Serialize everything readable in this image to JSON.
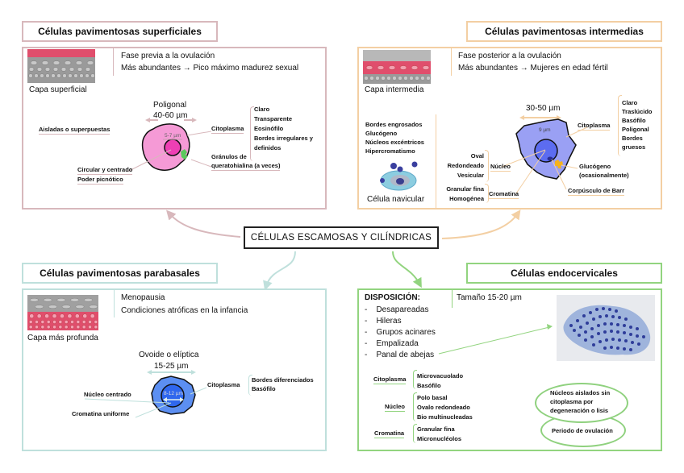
{
  "colors": {
    "superficial": "#d8b8bc",
    "intermedia": "#f3cfa3",
    "parabasal": "#bfe0dc",
    "endocervical": "#92d47f",
    "pink_cell": "#f59ad6",
    "pink_nucleus": "#ee3fb4",
    "blue_cell": "#9aa0f4",
    "blue_nucleus": "#5c6cf0",
    "parabasal_cell": "#5c8ff2",
    "parabasal_nucleus": "#2f67ee"
  },
  "center": {
    "title": "CÉLULAS ESCAMOSAS Y CILÍNDRICAS"
  },
  "superficiales": {
    "title": "Células pavimentosas superficiales",
    "image_caption": "Capa superficial",
    "info": [
      "Fase previa a la ovulación",
      "Más abundantes → Pico máximo madurez sexual"
    ],
    "shape": "Poligonal",
    "size": "40-60 µm",
    "nucleus_size": "5-7 µm",
    "arrangement": "Aisladas o superpuestas",
    "cytoplasm_label": "Citoplasma",
    "cytoplasm_features": [
      "Claro",
      "Transparente",
      "Eosinófilo",
      "Bordes irregulares y",
      "definidos"
    ],
    "granules": [
      "Gránulos de",
      "queratohialina (a veces)"
    ],
    "nucleus_features": [
      "Circular y centrado",
      "Poder picnótico"
    ]
  },
  "intermedias": {
    "title": "Células pavimentosas intermedias",
    "image_caption": "Capa intermedia",
    "info": [
      "Fase posterior a la ovulación",
      "Más abundantes → Mujeres en edad fértil"
    ],
    "size": "30-50 µm",
    "nucleus_size": "9 µm",
    "navicular_features": [
      "Bordes engrosados",
      "Glucógeno",
      "Núcleos excéntricos",
      "Hipercromatismo"
    ],
    "navicular_caption": "Célula navicular",
    "cytoplasm_label": "Citoplasma",
    "cytoplasm_features": [
      "Claro",
      "Traslúcido",
      "Basófilo",
      "Poligonal",
      "Bordes",
      "gruesos"
    ],
    "nucleus_label": "Núcleo",
    "nucleus_features": [
      "Oval",
      "Redondeado",
      "Vesicular"
    ],
    "chromatin_label": "Cromatina",
    "chromatin_features": [
      "Granular fina",
      "Homogénea"
    ],
    "glycogen": [
      "Glucógeno",
      "(ocasionalmente)"
    ],
    "barr": "Corpúsculo de Barr"
  },
  "parabasales": {
    "title": "Células pavimentosas parabasales",
    "image_caption": "Capa más profunda",
    "info": [
      "Menopausia",
      "Condiciones atróficas en la infancia"
    ],
    "shape": "Ovoide o elíptica",
    "size": "15-25 µm",
    "nucleus_size": "8-12 µm",
    "nucleus_label": "Núcleo centrado",
    "chromatin_label": "Cromatina uniforme",
    "cytoplasm_label": "Citoplasma",
    "cytoplasm_features": [
      "Bordes diferenciados",
      "Basófilo"
    ]
  },
  "endocervicales": {
    "title": "Células endocervicales",
    "disposition_label": "DISPOSICIÓN:",
    "disposition": [
      "Desapareadas",
      "Hileras",
      "Grupos acinares",
      "Empalizada",
      "Panal de abejas"
    ],
    "size": "Tamaño 15-20 µm",
    "cytoplasm_label": "Citoplasma",
    "cytoplasm_features": [
      "Microvacuolado",
      "Basófilo"
    ],
    "nucleus_label": "Núcleo",
    "nucleus_features": [
      "Polo basal",
      "Ovalo redondeado",
      "Bio multinucleadas"
    ],
    "chromatin_label": "Cromatina",
    "chromatin_features": [
      "Granular fina",
      "Micronucléolos"
    ],
    "ellipse_1": [
      "Núcleos aislados sin",
      "citoplasma por",
      "degeneración o lisis"
    ],
    "ellipse_2": "Periodo de ovulación"
  }
}
